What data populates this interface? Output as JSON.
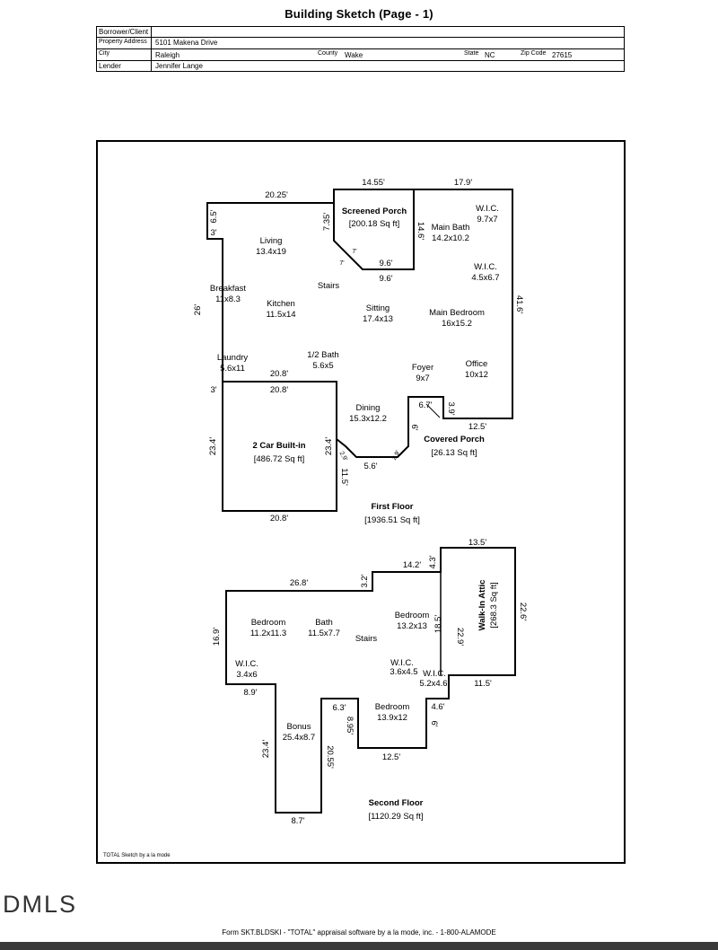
{
  "title": "Building Sketch (Page - 1)",
  "header": {
    "borrower_label": "Borrower/Client",
    "borrower_value": "",
    "property_address_label": "Property Address",
    "property_address_value": "5101 Makena Drive",
    "city_label": "City",
    "city_value": "Raleigh",
    "county_label": "County",
    "county_value": "Wake",
    "state_label": "State",
    "state_value": "NC",
    "zip_label": "Zip Code",
    "zip_value": "27615",
    "lender_label": "Lender",
    "lender_value": "Jennifer Lange"
  },
  "first_floor": {
    "title": "First Floor",
    "area": "[1936.51 Sq ft]",
    "rooms": {
      "screened_porch": {
        "name": "Screened Porch",
        "area": "[200.18 Sq ft]"
      },
      "living": {
        "name": "Living",
        "size": "13.4x19"
      },
      "breakfast": {
        "name": "Breakfast",
        "size": "11x8.3"
      },
      "kitchen": {
        "name": "Kitchen",
        "size": "11.5x14"
      },
      "stairs": {
        "name": "Stairs"
      },
      "sitting": {
        "name": "Sitting",
        "size": "17.4x13"
      },
      "main_bath": {
        "name": "Main Bath",
        "size": "14.2x10.2"
      },
      "wic1": {
        "name": "W.I.C.",
        "size": "9.7x7"
      },
      "wic2": {
        "name": "W.I.C.",
        "size": "4.5x6.7"
      },
      "main_bedroom": {
        "name": "Main Bedroom",
        "size": "16x15.2"
      },
      "laundry": {
        "name": "Laundry",
        "size": "5.6x11"
      },
      "half_bath": {
        "name": "1/2 Bath",
        "size": "5.6x5"
      },
      "foyer": {
        "name": "Foyer",
        "size": "9x7"
      },
      "office": {
        "name": "Office",
        "size": "10x12"
      },
      "dining": {
        "name": "Dining",
        "size": "15.3x12.2"
      },
      "garage": {
        "name": "2 Car Built-in",
        "area": "[486.72 Sq ft]"
      },
      "covered_porch": {
        "name": "Covered Porch",
        "area": "[26.13 Sq ft]"
      }
    },
    "dims": {
      "d1": "20.25'",
      "d2": "14.55'",
      "d3": "17.9'",
      "d4": "6.5'",
      "d5": "3'",
      "d6": "7.35'",
      "d7": "14.6'",
      "d8": "7'",
      "d9": "7'",
      "d10": "9.6'",
      "d11": "9.6'",
      "d12": "26'",
      "d13": "41.6'",
      "d14": "20.8'",
      "d15": "3'",
      "d16": "20.8'",
      "d17": "6.7'",
      "d18": "3.9'",
      "d19": "6'",
      "d20": "12.5'",
      "d21": "23.4'",
      "d22": "23.4'",
      "d23": "2.9'",
      "d24": "5.6'",
      "d25": "2.9'",
      "d26": "11.5'",
      "d27": "20.8'"
    }
  },
  "second_floor": {
    "title": "Second Floor",
    "area": "[1120.29 Sq ft]",
    "rooms": {
      "bedroom1": {
        "name": "Bedroom",
        "size": "11.2x11.3"
      },
      "bath": {
        "name": "Bath",
        "size": "11.5x7.7"
      },
      "bedroom2": {
        "name": "Bedroom",
        "size": "13.2x13"
      },
      "stairs": {
        "name": "Stairs"
      },
      "wic1": {
        "name": "W.I.C.",
        "size": "3.4x6"
      },
      "wic2": {
        "name": "W.I.C.",
        "size": "3.6x4.5"
      },
      "wic3": {
        "name": "W.I.C.",
        "size": "5.2x4.6"
      },
      "bonus": {
        "name": "Bonus",
        "size": "25.4x8.7"
      },
      "bedroom3": {
        "name": "Bedroom",
        "size": "13.9x12"
      },
      "attic": {
        "name": "Walk-In Attic",
        "area": "[268.3 Sq ft]"
      }
    },
    "dims": {
      "e1": "13.5'",
      "e2": "14.2'",
      "e3": "4.3'",
      "e4": "26.8'",
      "e5": "3.2'",
      "e6": "16.9'",
      "e7": "18.5'",
      "e8": "22.9'",
      "e9": "22.6'",
      "e10": "11.5'",
      "e11": "8.9'",
      "e12": "4.6'",
      "e13": "6.3'",
      "e14": "8.95'",
      "e15": "6'",
      "e16": "23.4'",
      "e17": "20.55'",
      "e18": "12.5'",
      "e19": "8.7'"
    }
  },
  "footer_left": "TOTAL Sketch by a la mode",
  "logo": "DMLS",
  "footer": "Form SKT.BLDSKI - \"TOTAL\" appraisal software by a la mode, inc. - 1-800-ALAMODE"
}
